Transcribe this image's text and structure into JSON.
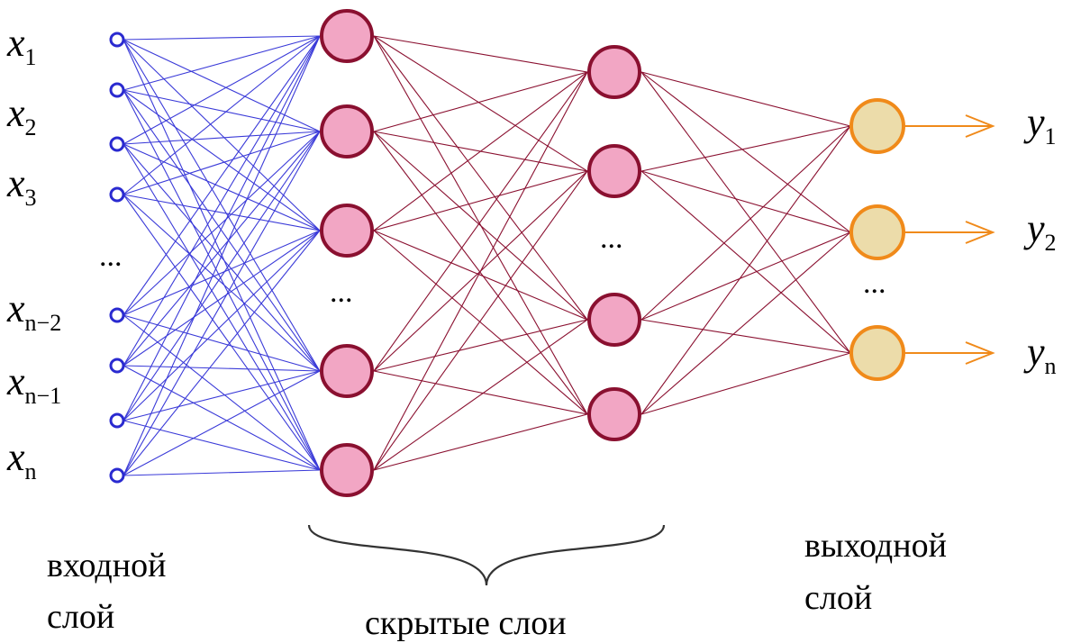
{
  "inputs": [
    {
      "var": "x",
      "sub": "1"
    },
    {
      "var": "x",
      "sub": "2"
    },
    {
      "var": "x",
      "sub": "3"
    },
    {
      "var": "x",
      "sub": "n−2"
    },
    {
      "var": "x",
      "sub": "n−1"
    },
    {
      "var": "x",
      "sub": "n"
    }
  ],
  "outputs": [
    {
      "var": "y",
      "sub": "1"
    },
    {
      "var": "y",
      "sub": "2"
    },
    {
      "var": "y",
      "sub": "n"
    }
  ],
  "ellipsis": "...",
  "labels": {
    "input_layer": [
      "входной",
      "слой"
    ],
    "hidden_layers": "скрытые слои",
    "output_layer": [
      "выходной",
      "слой"
    ]
  },
  "colors": {
    "input_node": "#2a2ad0",
    "input_edge": "#3a3ad8",
    "hidden_fill": "#f2a6c4",
    "hidden_stroke": "#8a1030",
    "hidden_edge": "#8a1030",
    "output_fill": "#ecdcaa",
    "output_stroke": "#f08a1a",
    "output_edge": "#8a1030",
    "output_arrow": "#f08a1a",
    "brace": "#333333"
  }
}
